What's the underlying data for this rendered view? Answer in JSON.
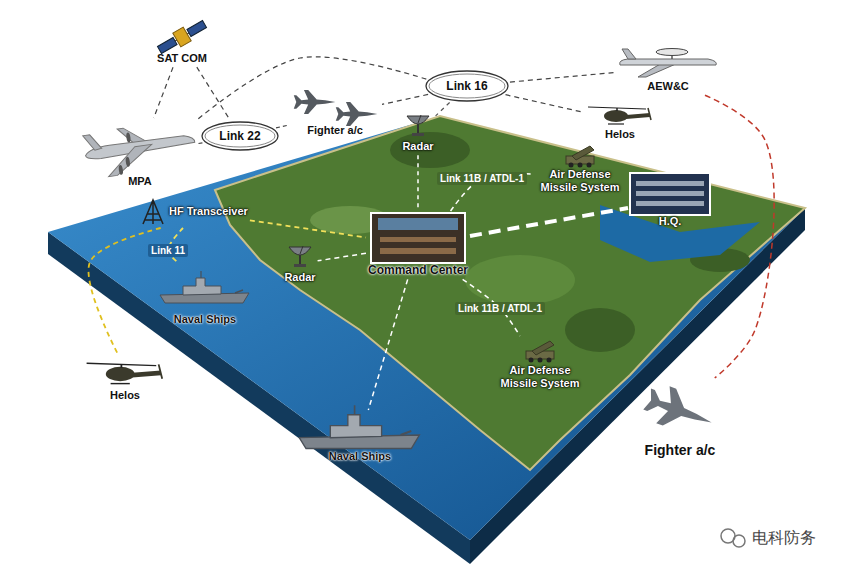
{
  "diagram": {
    "nodes": [
      {
        "text": [
          "SAT COM"
        ]
      },
      {
        "text": [
          "Link 16"
        ]
      },
      {
        "text": [
          "AEW&C"
        ]
      },
      {
        "text": [
          "Fighter a/c"
        ]
      },
      {
        "text": [
          "Link 22"
        ]
      },
      {
        "text": [
          "MPA"
        ]
      },
      {
        "text": [
          "Radar"
        ]
      },
      {
        "text": [
          "Helos"
        ]
      },
      {
        "text": [
          "Air Defense Missile System"
        ]
      },
      {
        "text": [
          "H.Q."
        ]
      },
      {
        "text": [
          "HF Transceiver"
        ]
      },
      {
        "text": [
          "Command Center"
        ]
      },
      {
        "text": [
          "Radar"
        ]
      },
      {
        "text": [
          "Naval Ships"
        ]
      },
      {
        "text": [
          "Air Defense Missile System"
        ]
      },
      {
        "text": [
          "Helos"
        ]
      },
      {
        "text": [
          "Naval Ships"
        ]
      },
      {
        "text": [
          "Fighter a/c"
        ]
      }
    ],
    "edges": [
      {
        "from": 0,
        "to": 5,
        "arrow": "none"
      },
      {
        "from": 0,
        "to": 4,
        "arrow": "none"
      },
      {
        "from": 2,
        "to": 17,
        "arrow": "none"
      },
      {
        "from": 1,
        "to": 2,
        "arrow": "none"
      },
      {
        "from": 1,
        "to": 3,
        "arrow": "none"
      },
      {
        "from": 1,
        "to": 7,
        "arrow": "none"
      },
      {
        "from": 1,
        "to": 6,
        "arrow": "none"
      },
      {
        "from": 1,
        "to": 5,
        "arrow": "none"
      },
      {
        "from": 4,
        "to": 5,
        "arrow": "none"
      },
      {
        "from": 4,
        "to": 3,
        "arrow": "none"
      },
      {
        "from": 6,
        "to": 11,
        "arrow": "none"
      },
      {
        "from": 11,
        "to": 8,
        "label": "Link 11B / ATDL-1",
        "arrow": "none"
      },
      {
        "from": 11,
        "to": 9,
        "arrow": "none"
      },
      {
        "from": 11,
        "to": 12,
        "arrow": "none"
      },
      {
        "from": 11,
        "to": 14,
        "label": "Link 11B / ATDL-1",
        "arrow": "none"
      },
      {
        "from": 11,
        "to": 16,
        "arrow": "none"
      },
      {
        "from": 10,
        "to": 11,
        "arrow": "none"
      },
      {
        "from": 10,
        "to": 13,
        "label": "Link 11",
        "arrow": "none"
      },
      {
        "from": 10,
        "to": 15,
        "arrow": "none"
      }
    ],
    "labels": [
      "电科防务"
    ]
  }
}
